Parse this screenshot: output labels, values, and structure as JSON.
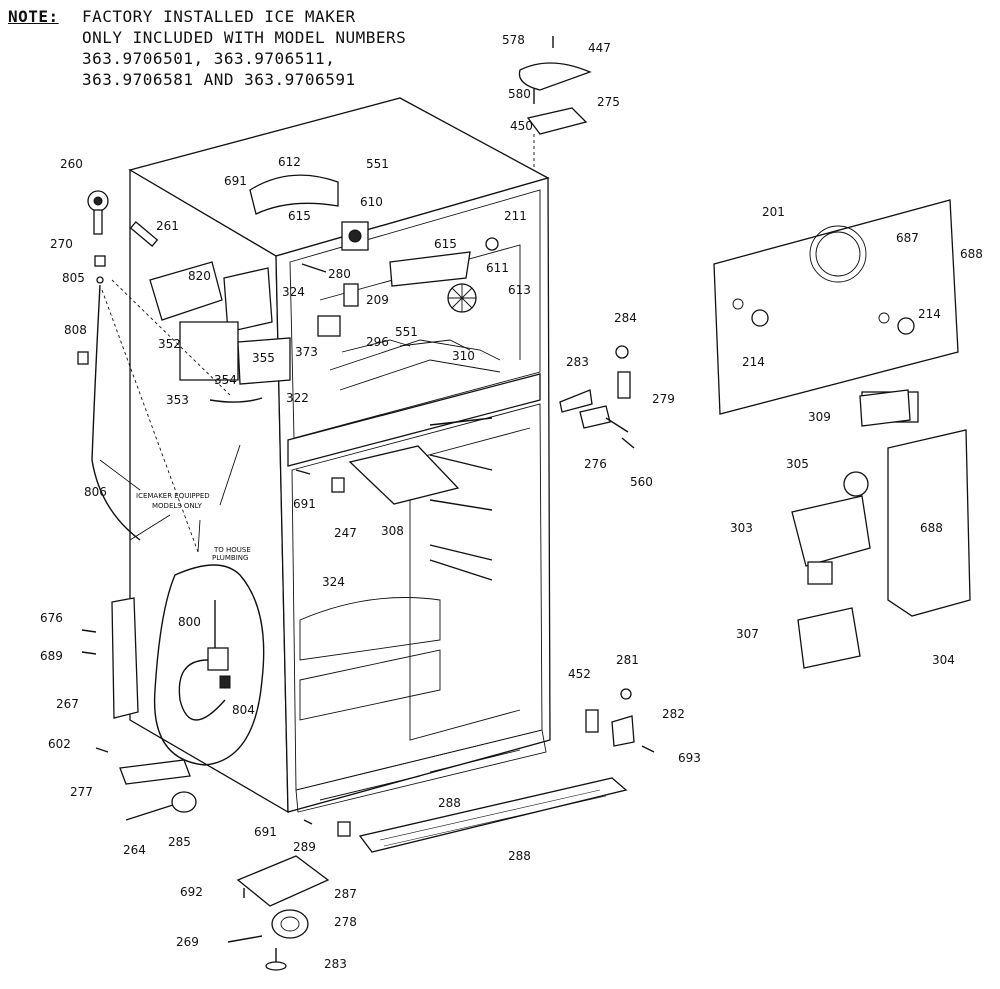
{
  "note": {
    "prefix": "NOTE:",
    "lines": [
      "FACTORY INSTALLED ICE MAKER",
      "ONLY INCLUDED WITH MODEL NUMBERS",
      "363.9706501, 363.9706511,",
      "363.9706581 AND 363.9706591"
    ]
  },
  "callouts": {
    "icemaker": [
      "ICEMAKER EQUIPPED",
      "MODELS ONLY"
    ],
    "plumbing": [
      "TO HOUSE",
      "PLUMBING"
    ]
  },
  "part_numbers": [
    "578",
    "447",
    "580",
    "275",
    "450",
    "260",
    "261",
    "270",
    "805",
    "808",
    "806",
    "612",
    "551",
    "691",
    "615",
    "610",
    "211",
    "615",
    "611",
    "820",
    "324",
    "280",
    "209",
    "613",
    "551",
    "373",
    "296",
    "310",
    "352",
    "355",
    "354",
    "353",
    "322",
    "201",
    "687",
    "688",
    "214",
    "214",
    "284",
    "283",
    "279",
    "276",
    "560",
    "309",
    "305",
    "303",
    "688",
    "307",
    "304",
    "691",
    "247",
    "308",
    "324",
    "676",
    "689",
    "267",
    "800",
    "804",
    "452",
    "281",
    "282",
    "693",
    "602",
    "277",
    "288",
    "264",
    "285",
    "691",
    "289",
    "288",
    "692",
    "287",
    "269",
    "278",
    "283"
  ]
}
